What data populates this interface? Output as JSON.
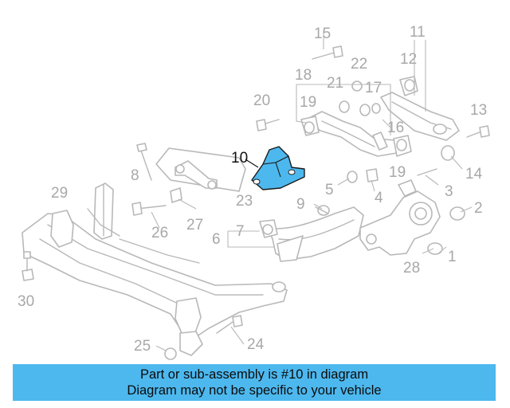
{
  "diagram": {
    "highlight_color": "#4db8ee",
    "part_stroke_color": "#b8b8b8",
    "callouts": [
      {
        "id": "1",
        "label": "1"
      },
      {
        "id": "2",
        "label": "2"
      },
      {
        "id": "3",
        "label": "3"
      },
      {
        "id": "4",
        "label": "4"
      },
      {
        "id": "5",
        "label": "5"
      },
      {
        "id": "6",
        "label": "6"
      },
      {
        "id": "7",
        "label": "7"
      },
      {
        "id": "8",
        "label": "8"
      },
      {
        "id": "9",
        "label": "9"
      },
      {
        "id": "10",
        "label": "10"
      },
      {
        "id": "11",
        "label": "11"
      },
      {
        "id": "12",
        "label": "12"
      },
      {
        "id": "13",
        "label": "13"
      },
      {
        "id": "14",
        "label": "14"
      },
      {
        "id": "15",
        "label": "15"
      },
      {
        "id": "16",
        "label": "16"
      },
      {
        "id": "17",
        "label": "17"
      },
      {
        "id": "18",
        "label": "18"
      },
      {
        "id": "19a",
        "label": "19"
      },
      {
        "id": "19b",
        "label": "19"
      },
      {
        "id": "20",
        "label": "20"
      },
      {
        "id": "21",
        "label": "21"
      },
      {
        "id": "22",
        "label": "22"
      },
      {
        "id": "23",
        "label": "23"
      },
      {
        "id": "24",
        "label": "24"
      },
      {
        "id": "25",
        "label": "25"
      },
      {
        "id": "26",
        "label": "26"
      },
      {
        "id": "27",
        "label": "27"
      },
      {
        "id": "28",
        "label": "28"
      },
      {
        "id": "29",
        "label": "29"
      },
      {
        "id": "30",
        "label": "30"
      }
    ]
  },
  "banner": {
    "line1": "Part or sub-assembly is #10 in diagram",
    "line2": "Diagram may not be specific to your vehicle",
    "background_color": "#4db8ee"
  }
}
